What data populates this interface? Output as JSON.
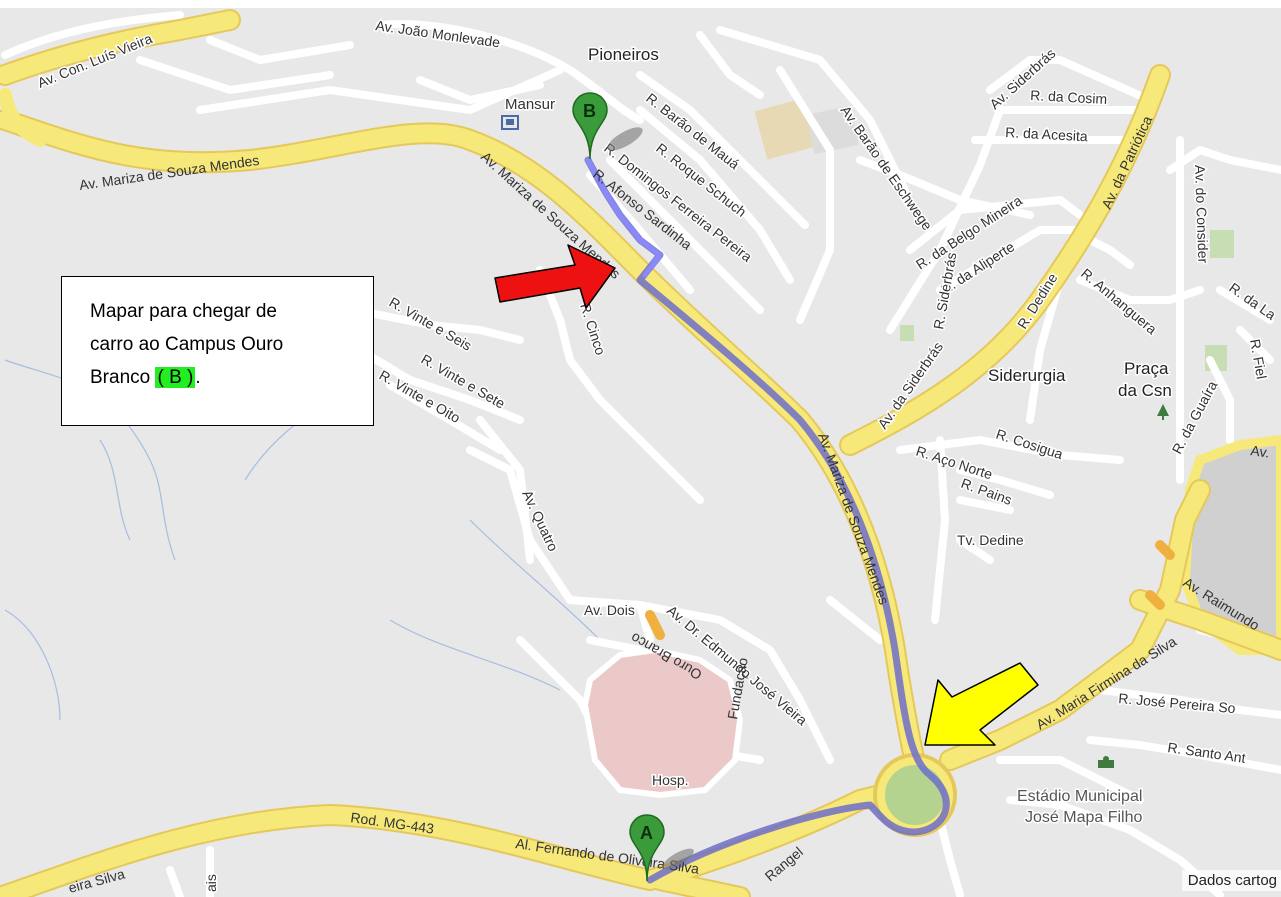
{
  "map": {
    "streets": {
      "con_luis_vieira": "Av. Con. Luís Vieira",
      "joao_monlevade": "Av. João Monlevade",
      "mariza_left": "Av. Mariza de Souza Mendes",
      "mariza_mid": "Av. Mariza de Souza Mendes",
      "mariza_south": "Av. Mariza de Souza Mendes",
      "barao_maua": "R. Barão de Mauá",
      "roque_schuch": "R. Roque Schuch",
      "domingos_ferreira": "R. Domingos Ferreira Pereira",
      "afonso_sardinha": "R. Afonso Sardinha",
      "barao_eschwege": "Av. Barão de Eschwege",
      "siderbras_top": "Av. Siderbrás",
      "da_cosim": "R. da Cosim",
      "da_acesita": "R. da Acesita",
      "patriotica": "Av. da Patriótica",
      "do_consider": "Av. do Consider",
      "belgo_mineira": "R. da Belgo Mineira",
      "aliperte": "R. da Aliperte",
      "siderbras_mid": "R. Siderbrás",
      "dedine": "R. Dedine",
      "anhanguera": "R. Anhanguera",
      "da_la": "R. da La",
      "fiel": "R. Fiel",
      "da_guaira": "R. da Guaíra",
      "av_siderbras": "Av. da Siderbrás",
      "aco_norte": "R. Aço Norte",
      "cosigua": "R. Cosigua",
      "pains": "R. Pains",
      "tv_dedine": "Tv. Dedine",
      "vinte_seis": "R. Vinte e Seis",
      "vinte_sete": "R. Vinte e Sete",
      "vinte_oito": "R. Vinte e Oito",
      "cinco": "R. Cinco",
      "quatro": "Av. Quatro",
      "dois": "Av. Dois",
      "edmundo": "Av. Dr. Edmundo José Vieira",
      "ouro_branco": "Ouro Branco",
      "fundacao": "Fundação",
      "hosp": "Hosp.",
      "firmina": "Av. Maria Firmina da Silva",
      "raimundo": "Av. Raimundo",
      "jose_pereira": "R. José Pereira So",
      "santo_ant": "R. Santo Ant",
      "rod_mg443": "Rod. MG-443",
      "fernando_oliveira": "Al. Fernando de Oliveira Silva",
      "ira_silva": "eira Silva",
      "rangel": "Rangel",
      "ais": "ais",
      "av_right": "Av."
    },
    "places": {
      "pioneiros": "Pioneiros",
      "mansur": "Mansur",
      "siderurgia": "Siderurgia",
      "praca_line1": "Praça",
      "praca_line2": "da Csn",
      "estadio_line1": "Estádio Municipal",
      "estadio_line2": "José Mapa Filho"
    },
    "markers": {
      "a": "A",
      "b": "B"
    },
    "attribution": "Dados cartog"
  },
  "note": {
    "line1": "Mapar para chegar de",
    "line2": "carro ao Campus Ouro",
    "line3_prefix": "Branco ",
    "highlight": "( B )",
    "line3_suffix": "."
  },
  "colors": {
    "background": "#e8e8e8",
    "minor_road": "#ffffff",
    "major_road": "#f7e87a",
    "major_road_edge": "#e5c85a",
    "route": "#6f6fc9",
    "roundabout": "#b3d38f",
    "hospital_area": "#ebc9c9",
    "marker": "#3a9b3a",
    "red_arrow": "#ee1111",
    "yellow_arrow": "#ffff00",
    "highlight": "#22ee22"
  }
}
